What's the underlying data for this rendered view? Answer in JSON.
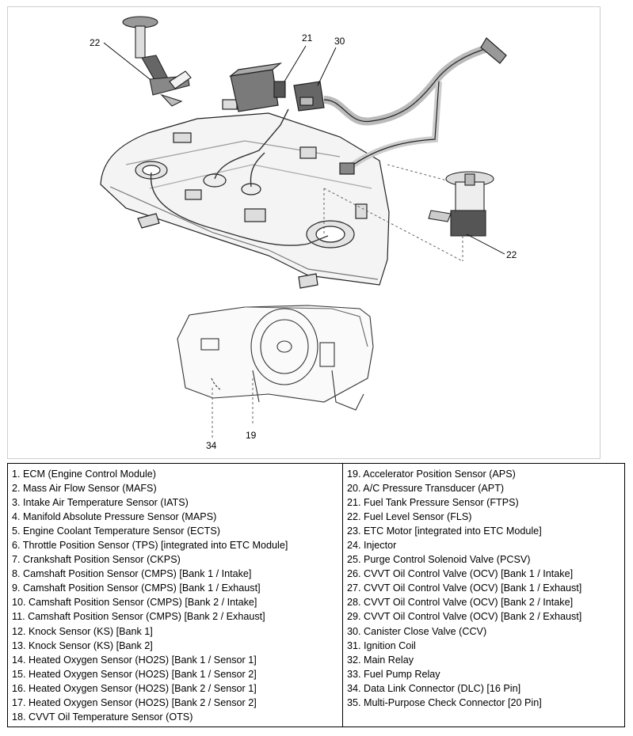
{
  "callouts": {
    "c22_top": "22",
    "c21": "21",
    "c30": "30",
    "c22_right": "22",
    "c34": "34",
    "c19": "19"
  },
  "legend": {
    "left": [
      "1. ECM (Engine Control Module)",
      "2. Mass Air Flow Sensor (MAFS)",
      "3. Intake Air Temperature Sensor (IATS)",
      "4. Manifold Absolute Pressure Sensor (MAPS)",
      "5. Engine Coolant Temperature Sensor (ECTS)",
      "6. Throttle Position Sensor (TPS) [integrated into ETC Module]",
      "7. Crankshaft Position Sensor (CKPS)",
      "8. Camshaft Position Sensor (CMPS) [Bank 1 / Intake]",
      "9. Camshaft Position Sensor (CMPS) [Bank 1 / Exhaust]",
      "10. Camshaft Position Sensor (CMPS) [Bank 2 / Intake]",
      "11. Camshaft Position Sensor (CMPS) [Bank 2 / Exhaust]",
      "12. Knock Sensor (KS) [Bank 1]",
      "13. Knock Sensor (KS) [Bank 2]",
      "14. Heated Oxygen Sensor (HO2S) [Bank 1 / Sensor 1]",
      "15. Heated Oxygen Sensor (HO2S) [Bank 1 / Sensor 2]",
      "16. Heated Oxygen Sensor (HO2S) [Bank 2 / Sensor 1]",
      "17. Heated Oxygen Sensor (HO2S) [Bank 2 / Sensor 2]",
      "18. CVVT Oil Temperature Sensor (OTS)"
    ],
    "right": [
      "19. Accelerator Position Sensor (APS)",
      "20. A/C Pressure Transducer (APT)",
      "21. Fuel Tank Pressure Sensor (FTPS)",
      "22. Fuel Level Sensor (FLS)",
      "23. ETC Motor [integrated into ETC Module]",
      "24. Injector",
      "25. Purge Control Solenoid Valve (PCSV)",
      "26. CVVT Oil Control Valve (OCV) [Bank 1 / Intake]",
      "27. CVVT Oil Control Valve (OCV) [Bank 1 / Exhaust]",
      "28. CVVT Oil Control Valve (OCV) [Bank 2 / Intake]",
      "29. CVVT Oil Control Valve (OCV) [Bank 2 / Exhaust]",
      "30. Canister Close Valve (CCV)",
      "31. Ignition Coil",
      "32. Main Relay",
      "33. Fuel Pump Relay",
      "34. Data Link Connector (DLC) [16 Pin]",
      "35. Multi-Purpose Check Connector [20 Pin]"
    ]
  }
}
